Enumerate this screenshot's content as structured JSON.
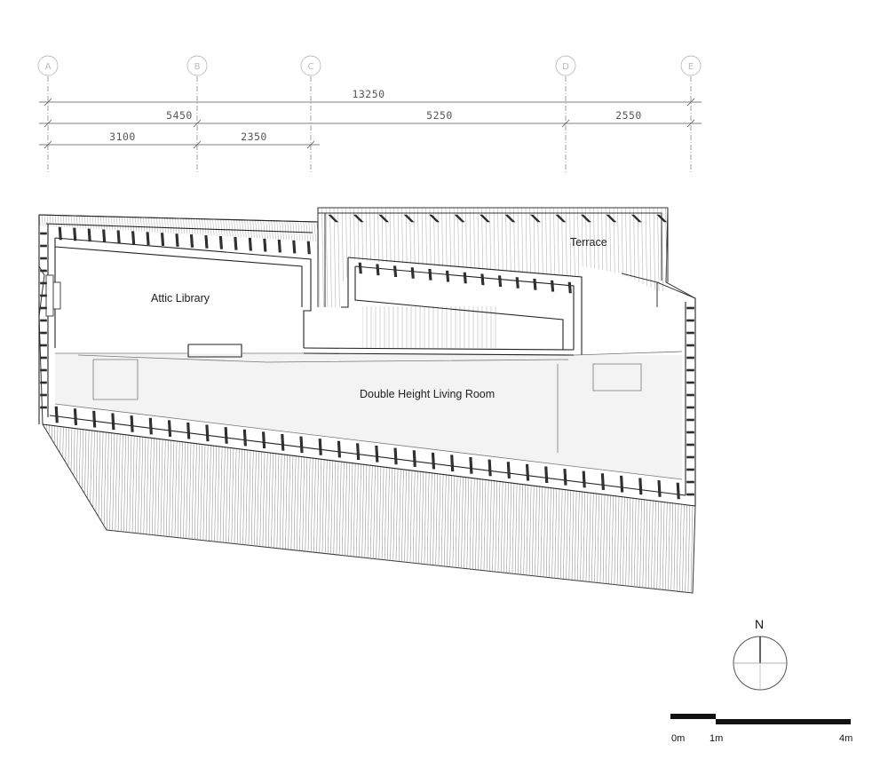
{
  "grid": {
    "labels": [
      "A",
      "B",
      "C",
      "D",
      "E"
    ]
  },
  "dimensions": {
    "overall": "13250",
    "row2": [
      "5450",
      "5250",
      "2550"
    ],
    "row3": [
      "3100",
      "2350"
    ]
  },
  "rooms": {
    "attic": "Attic Library",
    "living": "Double Height Living Room",
    "terrace": "Terrace"
  },
  "north_arrow": {
    "label": "N"
  },
  "scale_bar": {
    "labels": [
      "0m",
      "1m",
      "4m"
    ]
  }
}
